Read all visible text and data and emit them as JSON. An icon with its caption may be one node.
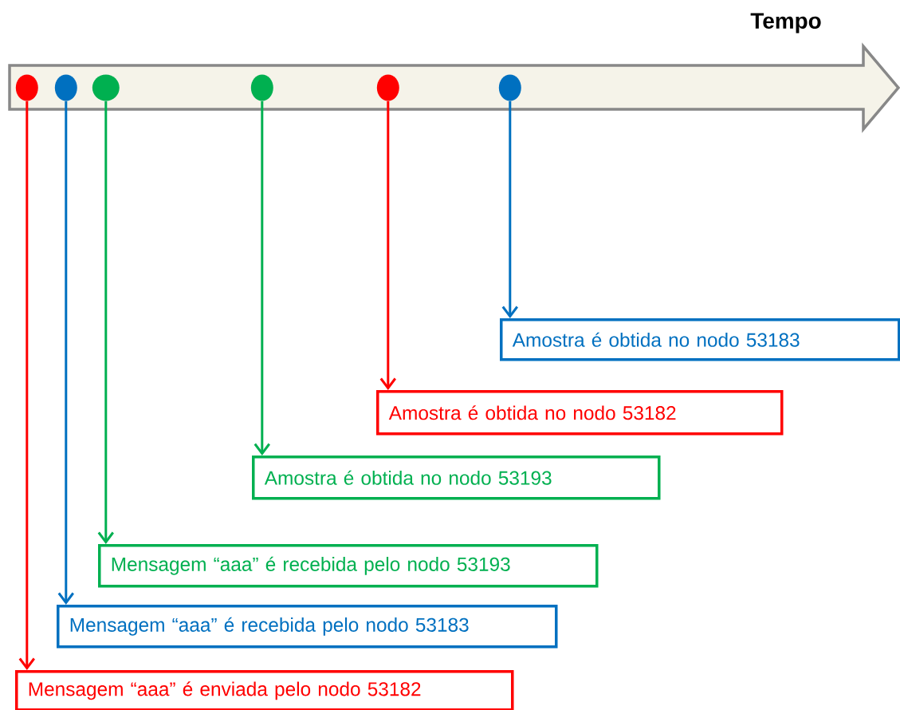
{
  "diagram": {
    "nodes": [
      {
        "text": [],
        "shape": "bar"
      },
      {
        "text": [],
        "shape": "circle",
        "in": 0
      },
      {
        "text": [],
        "shape": "circle",
        "in": 0
      },
      {
        "text": [],
        "shape": "circle",
        "in": 0
      },
      {
        "text": [],
        "shape": "circle",
        "in": 0
      },
      {
        "text": [],
        "shape": "circle",
        "in": 0
      },
      {
        "text": [],
        "shape": "circle",
        "in": 0
      },
      {
        "text": [
          "Amostra é obtida no nodo 53183"
        ]
      },
      {
        "text": [
          "Amostra é obtida no nodo 53182"
        ]
      },
      {
        "text": [
          "Amostra é obtida no nodo 53193"
        ]
      },
      {
        "text": [
          "Mensagem “aaa” é recebida pelo nodo 53193"
        ]
      },
      {
        "text": [
          "Mensagem “aaa” é recebida pelo nodo 53183"
        ]
      },
      {
        "text": [
          "Mensagem “aaa” é enviada pelo nodo 53182"
        ]
      }
    ],
    "edges": [
      {
        "from": 6,
        "to": 7,
        "arrow": "to",
        "color": "#0070c0"
      },
      {
        "from": 5,
        "to": 8,
        "arrow": "to",
        "color": "#ff0000"
      },
      {
        "from": 4,
        "to": 9,
        "arrow": "to",
        "color": "#00b050"
      },
      {
        "from": 3,
        "to": 10,
        "arrow": "to",
        "color": "#00b050"
      },
      {
        "from": 2,
        "to": 11,
        "arrow": "to",
        "color": "#0070c0"
      },
      {
        "from": 1,
        "to": 12,
        "arrow": "to",
        "color": "#ff0000"
      }
    ],
    "labels": [
      "Tempo"
    ]
  }
}
